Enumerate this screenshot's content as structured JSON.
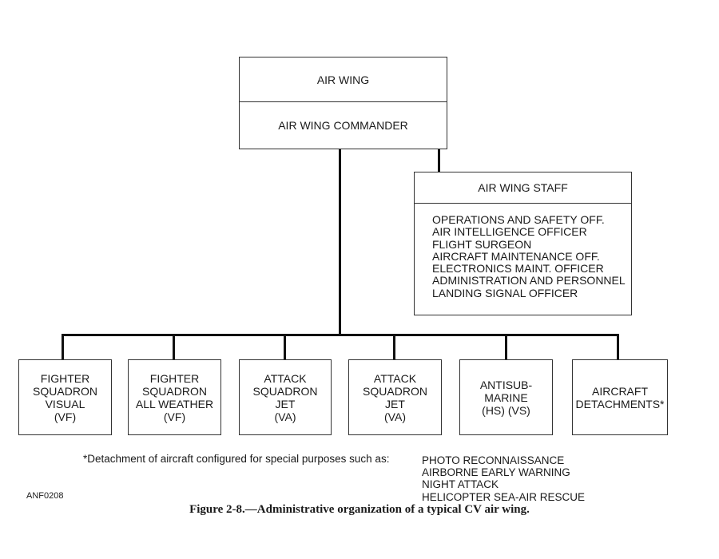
{
  "top_box": {
    "title": "AIR WING",
    "subtitle": "AIR WING COMMANDER"
  },
  "staff_box": {
    "title": "AIR WING STAFF",
    "items": [
      "OPERATIONS AND SAFETY OFF.",
      "AIR INTELLIGENCE OFFICER",
      "FLIGHT SURGEON",
      "AIRCRAFT MAINTENANCE OFF.",
      "ELECTRONICS MAINT. OFFICER",
      "ADMINISTRATION AND PERSONNEL",
      "LANDING SIGNAL OFFICER"
    ]
  },
  "units": [
    {
      "lines": [
        "FIGHTER",
        "SQUADRON",
        "VISUAL",
        "(VF)"
      ]
    },
    {
      "lines": [
        "FIGHTER",
        "SQUADRON",
        "ALL WEATHER",
        "(VF)"
      ]
    },
    {
      "lines": [
        "ATTACK",
        "SQUADRON",
        "JET",
        "(VA)"
      ]
    },
    {
      "lines": [
        "ATTACK",
        "SQUADRON",
        "JET",
        "(VA)"
      ]
    },
    {
      "lines": [
        "ANTISUB-",
        "MARINE",
        "(HS) (VS)"
      ]
    },
    {
      "lines": [
        "AIRCRAFT",
        "DETACHMENTS*"
      ]
    }
  ],
  "footnote": {
    "text": "*Detachment of aircraft configured for special purposes such as:",
    "purposes": [
      "PHOTO RECONNAISSANCE",
      "AIRBORNE EARLY WARNING",
      "NIGHT ATTACK",
      "HELICOPTER SEA-AIR RESCUE"
    ]
  },
  "figure_id": "ANF0208",
  "caption": "Figure 2-8.—Administrative organization of a typical CV air wing."
}
